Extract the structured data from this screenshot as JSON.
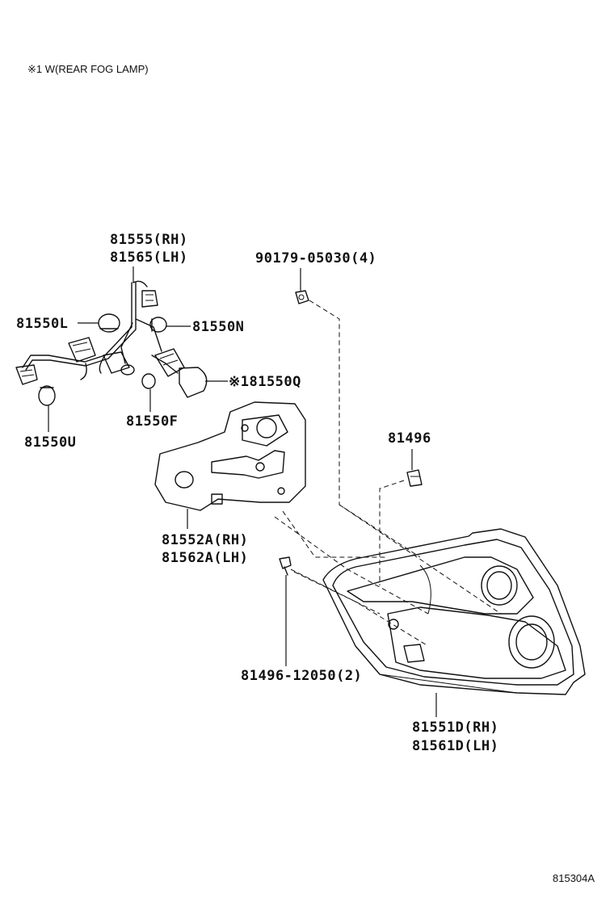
{
  "note": "※1  W(REAR FOG LAMP)",
  "drawing_code": "815304A",
  "labels": {
    "socket_rh": "81555(RH)",
    "socket_lh": "81565(LH)",
    "nut": "90179-05030(4)",
    "bulb_l": "81550L",
    "bulb_n": "81550N",
    "bulb_q": "※181550Q",
    "bulb_f": "81550F",
    "bulb_u": "81550U",
    "clip": "81496",
    "gasket_rh": "81552A(RH)",
    "gasket_lh": "81562A(LH)",
    "screw": "81496-12050(2)",
    "lamp_rh": "81551D(RH)",
    "lamp_lh": "81561D(LH)"
  }
}
